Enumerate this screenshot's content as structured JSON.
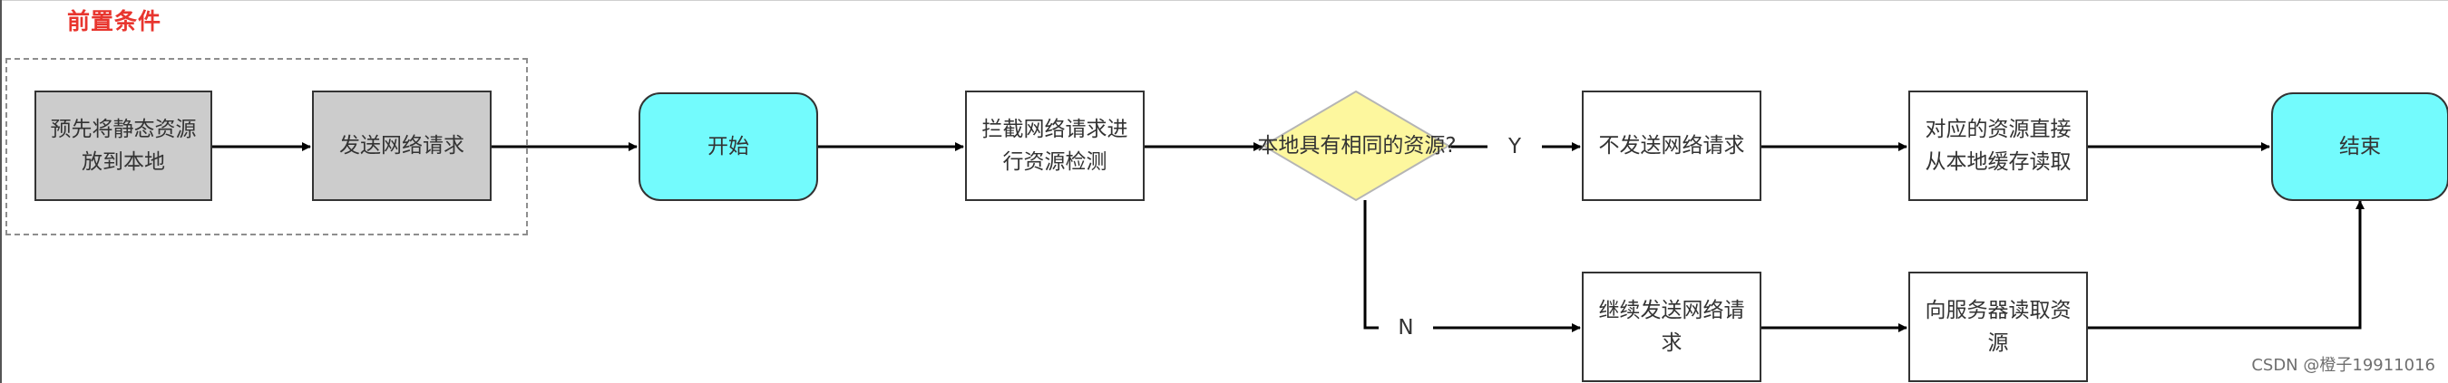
{
  "title": "前置条件",
  "nodes": {
    "preload": "预先将静态资源放到本地",
    "send_request": "发送网络请求",
    "start": "开始",
    "intercept": "拦截网络请求进行资源检测",
    "decision": "本地具有相同的资源?",
    "no_send": "不发送网络请求",
    "read_local": "对应的资源直接从本地缓存读取",
    "end": "结束",
    "continue_send": "继续发送网络请求",
    "read_server": "向服务器读取资源"
  },
  "labels": {
    "yes": "Y",
    "no": "N"
  },
  "colors": {
    "gray_fill": "#cccccc",
    "start_end_fill": "#73fbfd",
    "decision_fill": "#fdf79e",
    "title_color": "#e8352e"
  },
  "watermark": "CSDN @橙子19911016"
}
